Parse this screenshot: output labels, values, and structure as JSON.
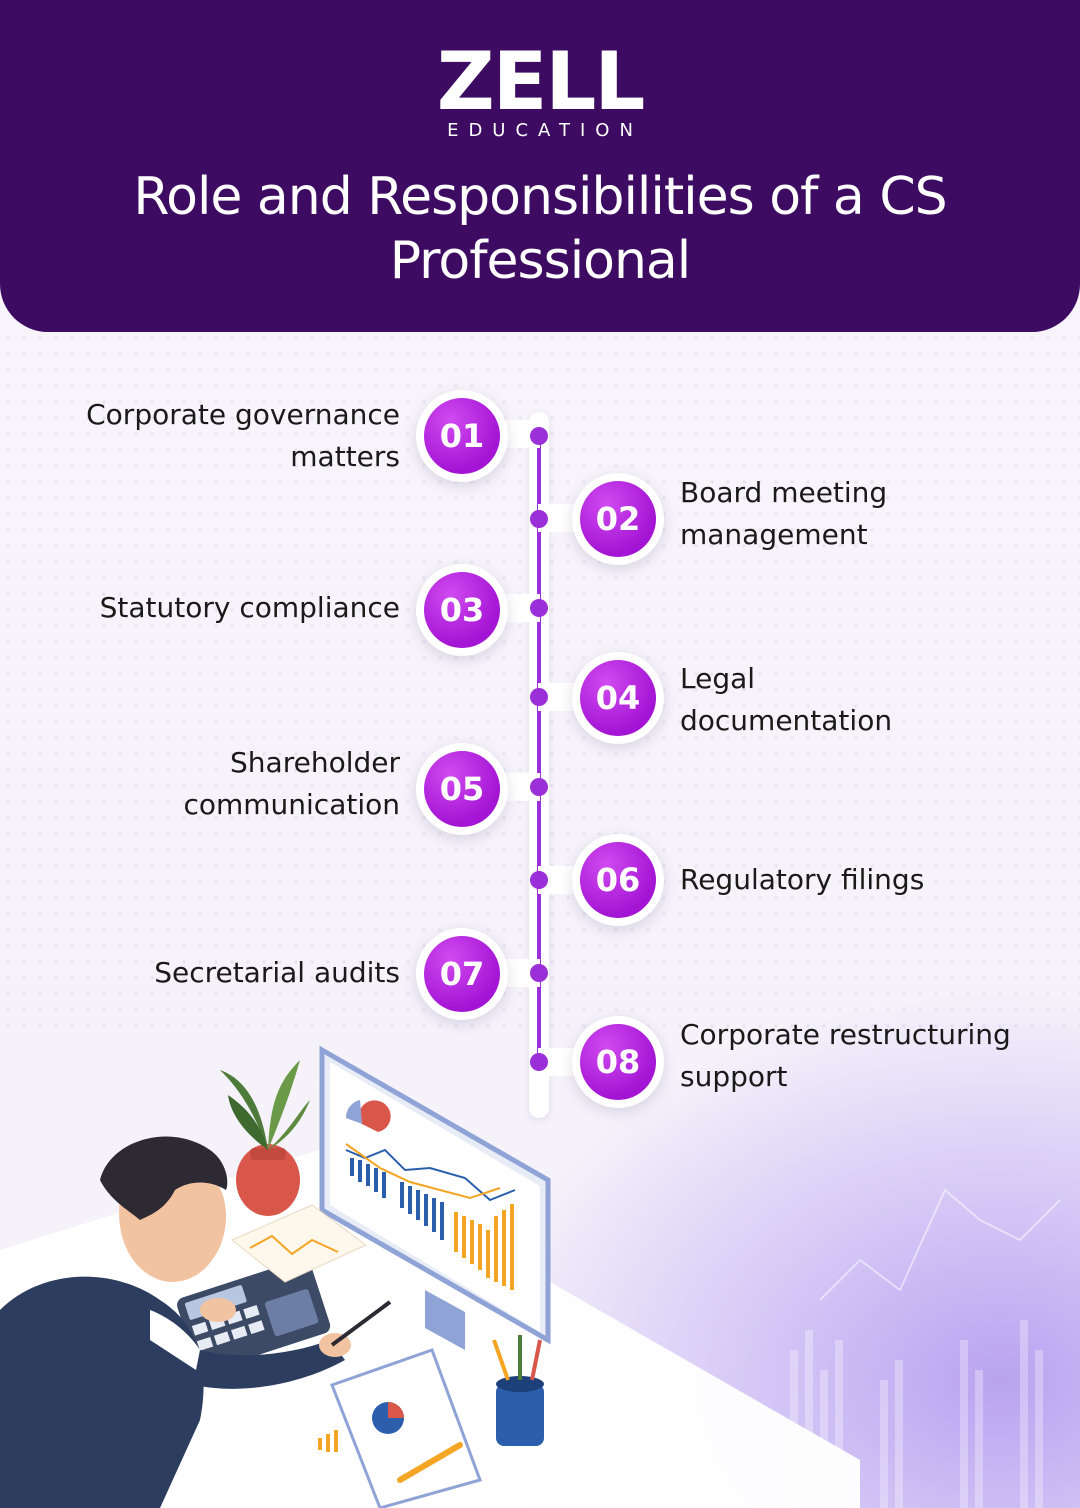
{
  "brand": {
    "name": "ZELL",
    "tagline": "EDUCATION"
  },
  "title": "Role and Responsibilities of a CS Professional",
  "steps": [
    {
      "number": "01",
      "label": "Corporate governance matters"
    },
    {
      "number": "02",
      "label": "Board meeting management"
    },
    {
      "number": "03",
      "label": "Statutory compliance"
    },
    {
      "number": "04",
      "label": "Legal documentation"
    },
    {
      "number": "05",
      "label": "Shareholder communication"
    },
    {
      "number": "06",
      "label": "Regulatory filings"
    },
    {
      "number": "07",
      "label": "Secretarial audits"
    },
    {
      "number": "08",
      "label": "Corporate restructuring support"
    }
  ],
  "colors": {
    "header": "#3d0b62",
    "accent": "#a414d4",
    "text": "#1a1a1a"
  }
}
